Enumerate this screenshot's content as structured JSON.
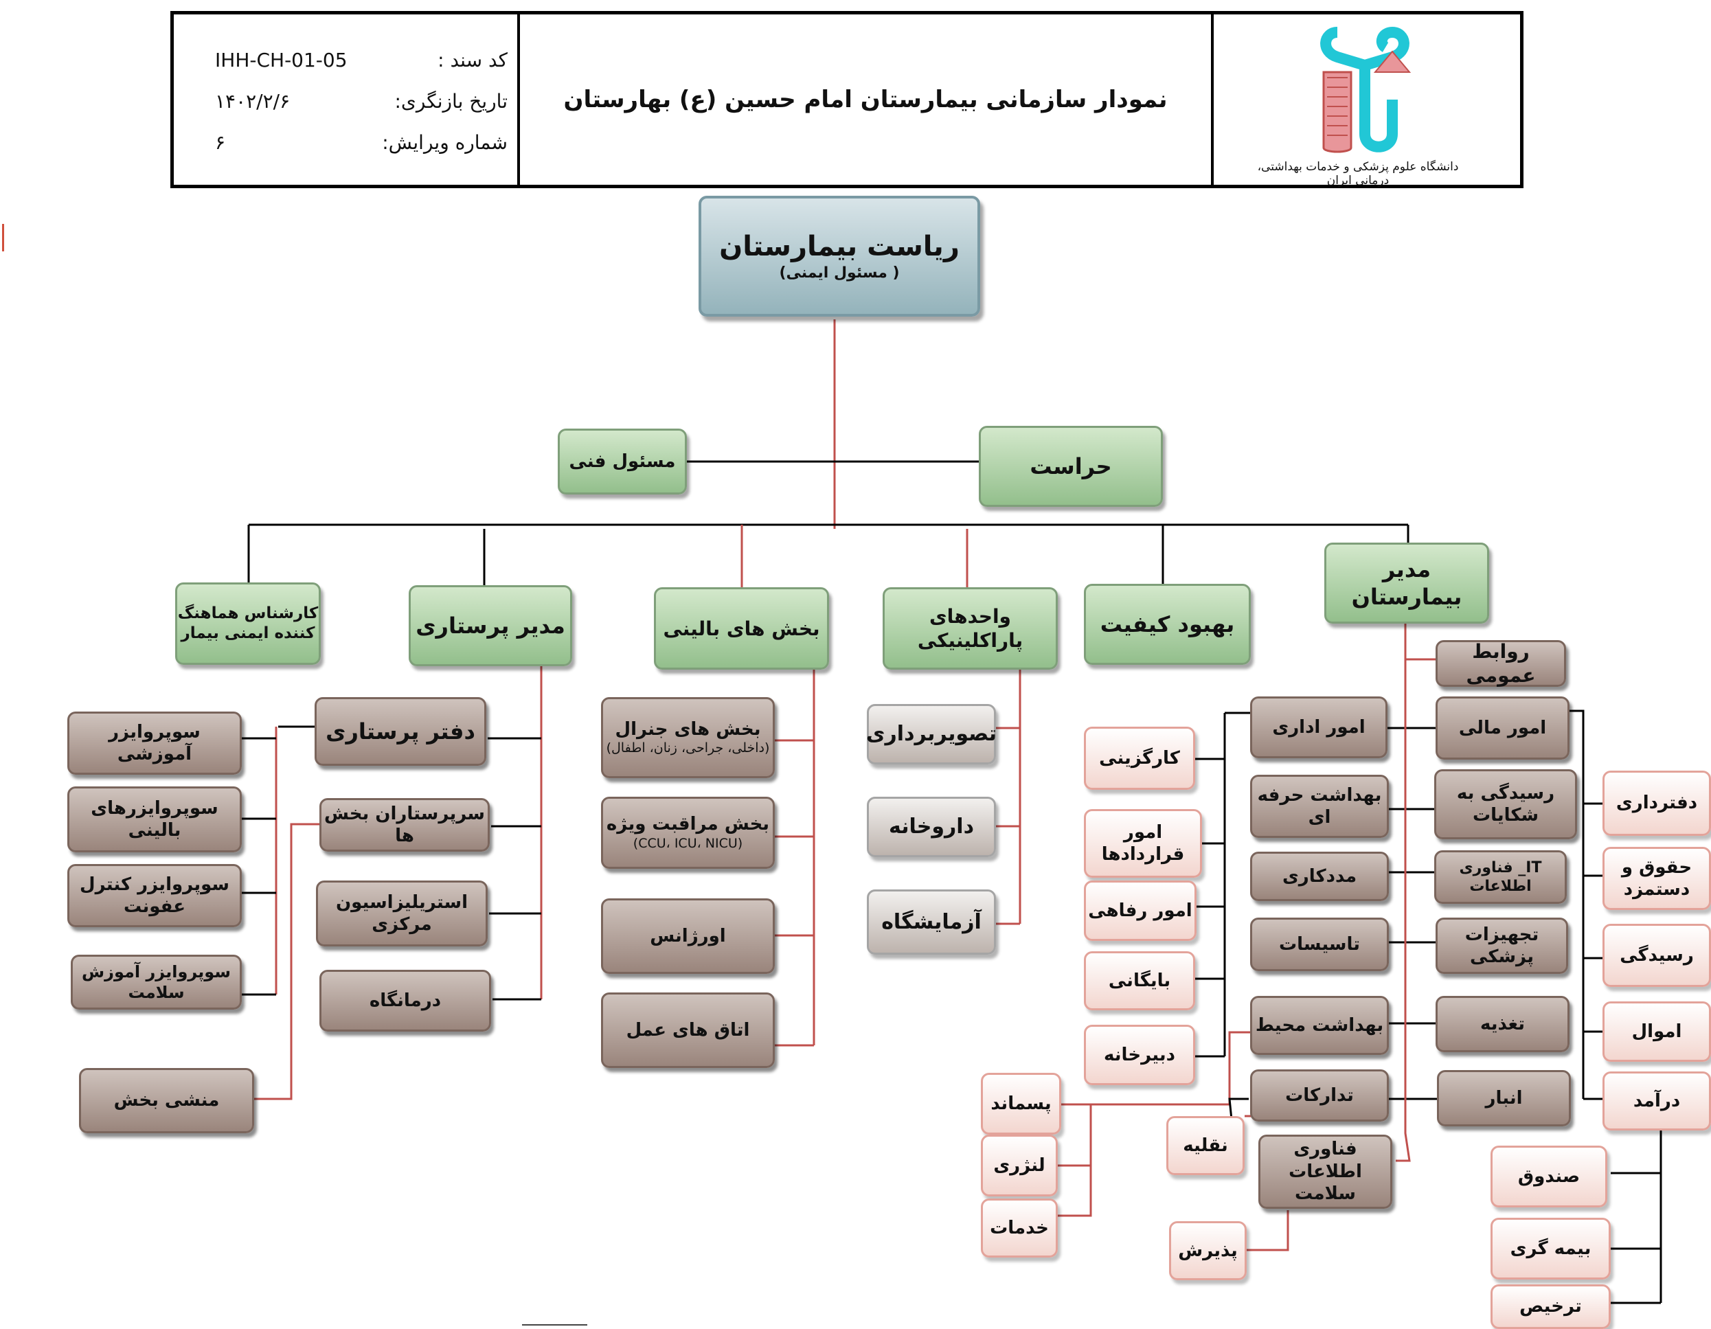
{
  "header": {
    "title": "نمودار سازمانی بیمارستان امام حسین (ع) بهارستان",
    "doc_code_label": "کد سند :",
    "doc_code": "IHH-CH-01-05",
    "review_date_label": "تاریخ بازنگری:",
    "review_date": "۱۴۰۲/۲/۶",
    "edition_label": "شماره ویرایش:",
    "edition": "۶",
    "logo_text": "دانشگاه علوم پزشکی و خدمات بهداشتی، درمانی ایران",
    "logo_icon": "university-emblem-icon"
  },
  "colors": {
    "green": "#a6cc9e",
    "blue_grey": "#a9c3ca",
    "brown": "#aa968c",
    "light_grey": "#d6d0cb",
    "pink": "#f6dcd5",
    "red_line": "#c0504d",
    "black_line": "#000000"
  },
  "nodes": {
    "president": {
      "title": "ریاست بیمارستان",
      "subtitle": "( مسئول ایمنی)"
    },
    "security": "حراست",
    "technical_officer": "مسئول فنی",
    "hospital_manager": "مدیر بیمارستان",
    "quality": "بهبود کیفیت",
    "paraclinical": "واحدهای پاراکلینیکی",
    "clinical_wards": "بخش های بالینی",
    "nursing_manager": "مدیر پرستاری",
    "patient_safety_coord": "کارشناس هماهنگ کننده ایمنی بیمار",
    "nursing_office": "دفتر پرستاری",
    "supervisor_education": "سوپروایزر آموزشی",
    "supervisor_clinical": "سوپروایزرهای بالینی",
    "supervisor_infection": "سوپروایزر کنترل عفونت",
    "supervisor_health_edu": "سوپروایزر آموزش سلامت",
    "head_nurses": "سرپرستاران بخش ها",
    "ward_secretary": "منشی بخش",
    "central_sterilization": "استریلیزاسیون مرکزی",
    "clinic": "درمانگاه",
    "general_wards": {
      "title": "بخش های جنرال",
      "subtitle": "(داخلی، جراحی، زنان، اطفال)"
    },
    "icu_wards": {
      "title": "بخش مراقبت ویژه",
      "subtitle": "(CCU، ICU، NICU)"
    },
    "emergency": "اورژانس",
    "operating_rooms": "اتاق های عمل",
    "imaging": "تصویربرداری",
    "pharmacy": "داروخانه",
    "laboratory": "آزمایشگاه",
    "public_relations": "روابط عمومی",
    "administrative": "امور اداری",
    "occupational_health": "بهداشت حرفه ای",
    "social_work": "مددکاری",
    "facilities": "تاسیسات",
    "environmental_health": "بهداشت محیط",
    "support": "تدارکات",
    "health_it": "فناوری اطلاعات سلامت",
    "financial": "امور مالی",
    "complaints": "رسیدگی به شکایات",
    "it": "IT_ فناوری اطلاعات",
    "medical_equipment": "تجهیزات پزشکی",
    "nutrition": "تغذیه",
    "warehouse": "انبار",
    "recruitment": "کارگزینی",
    "contracts": "امور قراردادها",
    "welfare": "امور رفاهی",
    "archive": "بایگانی",
    "secretariat": "دبیرخانه",
    "waste": "پسماند",
    "laundry": "لنژری",
    "services": "خدمات",
    "transport": "نقلیه",
    "admission": "پذیرش",
    "bookkeeping": "دفترداری",
    "wages": "حقوق و دستمزد",
    "auditing": "رسیدگی",
    "assets": "اموال",
    "revenue": "درآمد",
    "cashier": "صندوق",
    "insurance": "بیمه گری",
    "discharge": "ترخیص"
  }
}
